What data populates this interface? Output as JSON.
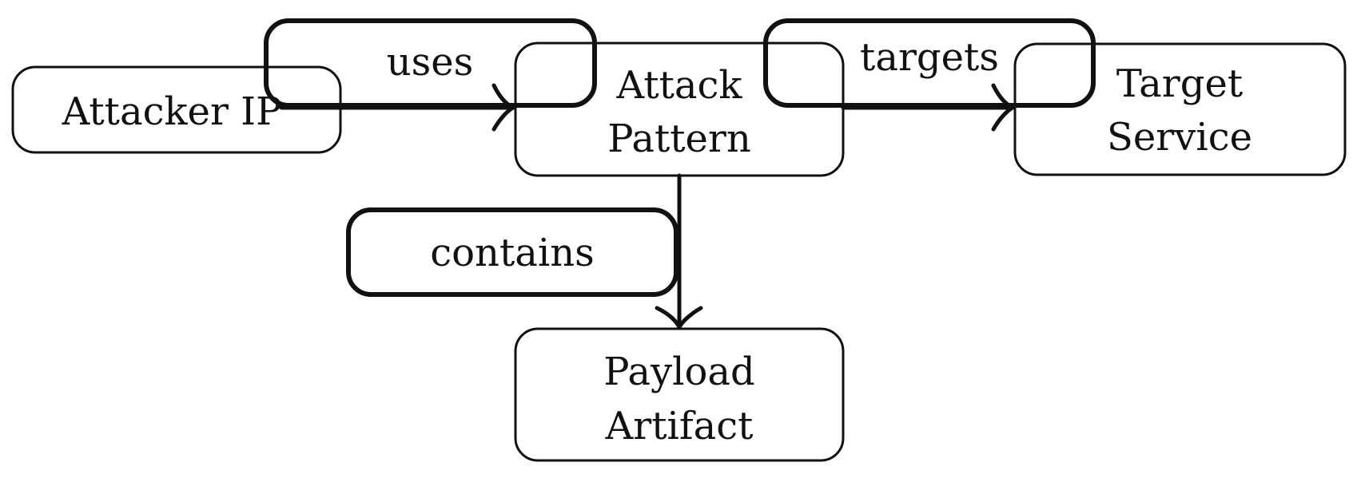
{
  "diagram": {
    "nodes": {
      "attacker_ip": {
        "label": "Attacker IP"
      },
      "attack_pattern": {
        "line1": "Attack",
        "line2": "Pattern"
      },
      "target_service": {
        "line1": "Target",
        "line2": "Service"
      },
      "payload_artifact": {
        "line1": "Payload",
        "line2": "Artifact"
      }
    },
    "edges": {
      "uses": {
        "label": "uses"
      },
      "targets": {
        "label": "targets"
      },
      "contains": {
        "label": "contains"
      }
    },
    "colors": {
      "stroke": "#111111",
      "background": "#ffffff"
    }
  }
}
